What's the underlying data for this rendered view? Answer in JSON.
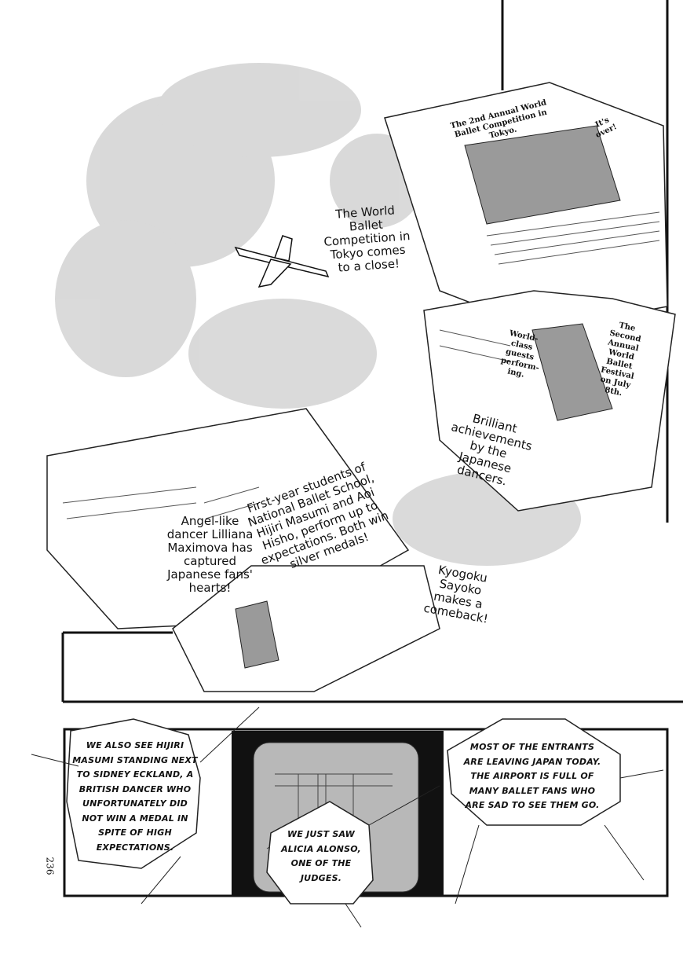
{
  "page": {
    "page_number": "236",
    "newspaper_headline": "The 2nd Annual World Ballet Competition in Tokyo.",
    "newspaper_aside": "It's over!",
    "festival_ad_left": "World-class guests perform-ing.",
    "festival_ad_right": "The Second Annual World Ballet Festival on July 8th.",
    "caption_close": "The World Ballet Competition in Tokyo comes to a close!",
    "caption_students": "First-year students of National Ballet School, Hijiri Masumi and Aoi Hisho, perform up to expectations. Both win silver medals!",
    "caption_angel": "Angel-like dancer Lilliana Maximova has captured Japanese fans' hearts!",
    "caption_brilliant": "Brilliant achievements by the Japanese dancers.",
    "caption_kyogoku": "Kyogoku Sayoko makes a comeback!",
    "bubble_left": "We also see Hijiri Masumi standing next to Sidney Eckland, a British dancer who unfortunately did not win a medal in spite of high expectations.",
    "bubble_middle": "We just saw Alicia Alonso, one of the judges.",
    "bubble_right": "Most of the entrants are leaving Japan today. The airport is full of many ballet fans who are sad to see them go."
  }
}
